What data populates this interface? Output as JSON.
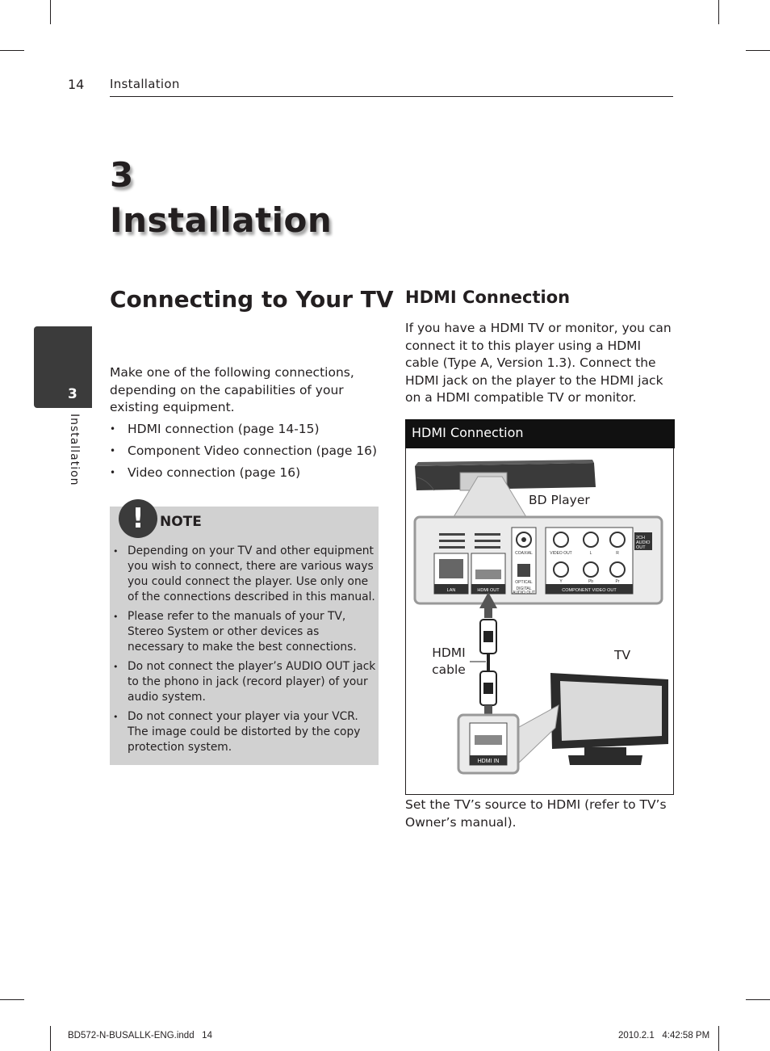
{
  "header": {
    "page_number": "14",
    "section": "Installation"
  },
  "chapter": {
    "number": "3",
    "title": "Installation"
  },
  "side_tab": {
    "number": "3",
    "label": "Installation"
  },
  "connecting": {
    "heading": "Connecting to Your TV",
    "intro": "Make one of the following connections, depending on the capabilities of your existing equipment.",
    "items": [
      "HDMI connection (page 14-15)",
      "Component Video connection (page 16)",
      "Video connection (page 16)"
    ]
  },
  "note": {
    "title": "NOTE",
    "icon": "exclamation-icon",
    "items": [
      "Depending on your TV and other equipment you wish to connect, there are various ways you could connect the player. Use only one of the connections described in this manual.",
      "Please refer to the manuals of your TV, Stereo System or other devices as necessary to make the best connections.",
      "Do not connect the player’s AUDIO OUT jack to the phono in jack (record player) of your audio system.",
      "Do not connect your player via your VCR. The image could be distorted by the copy protection system."
    ]
  },
  "hdmi": {
    "heading": "HDMI Connection",
    "paragraph": "If you have a HDMI TV or monitor, you can connect it to this player using a HDMI cable (Type A, Version 1.3). Connect the HDMI jack on the player to the HDMI jack on a HDMI compatible TV or monitor.",
    "figure": {
      "title": "HDMI Connection",
      "label_player": "BD Player",
      "label_cable_line1": "HDMI",
      "label_cable_line2": "cable",
      "label_tv": "TV",
      "panel_labels": {
        "lan": "LAN",
        "hdmi_out": "HDMI OUT",
        "coaxial": "COAXIAL",
        "optical": "OPTICAL",
        "digital_audio_out_1": "DIGITAL",
        "digital_audio_out_2": "AUDIO OUT",
        "video_out": "VIDEO OUT",
        "l": "L",
        "r": "R",
        "y": "Y",
        "pb": "Pb",
        "pr": "Pr",
        "component": "COMPONENT VIDEO OUT",
        "audio_out_1": "2CH",
        "audio_out_2": "AUDIO",
        "audio_out_3": "OUT",
        "hdmi_in": "HDMI IN"
      }
    },
    "caption": "Set the TV’s source to HDMI (refer to TV’s Owner’s manual)."
  },
  "footer": {
    "file": "BD572-N-BUSALLK-ENG.indd   14",
    "timestamp": "2010.2.1   4:42:58 PM"
  }
}
